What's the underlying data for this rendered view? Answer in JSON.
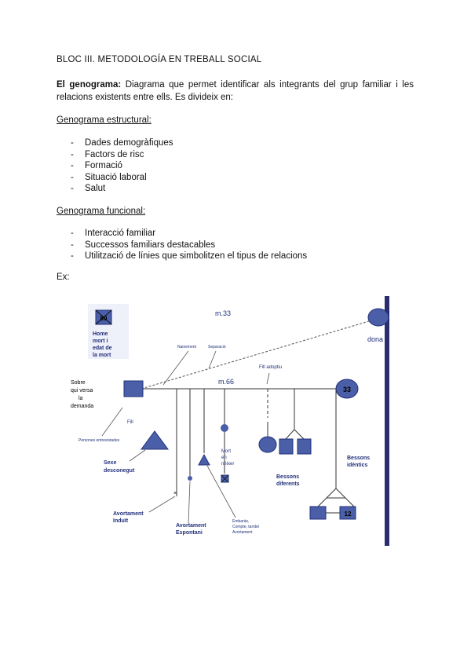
{
  "heading": "BLOC III. METODOLOGÍA EN TREBALL SOCIAL",
  "intro": {
    "term": "El genograma:",
    "text": " Diagrama que permet identificar als integrants del grup familiar i les relacions existents entre ells. Es divideix en:"
  },
  "structural": {
    "title": "Genograma estructural:",
    "items": [
      "Dades demogràfiques",
      "Factors de risc",
      "Formació",
      "Situació laboral",
      "Salut"
    ]
  },
  "functional": {
    "title": "Genograma funcional:",
    "items": [
      "Interacció familiar",
      "Successos familiars destacables",
      "Utilització de línies que simbolitzen el tipus de relacions"
    ]
  },
  "example_label": "Ex:",
  "diagram": {
    "dead_age": "80",
    "dead_label": [
      "Home",
      "mort i",
      "edat de",
      "la mort"
    ],
    "m33": "m.33",
    "dona": "dona",
    "naixement": "Naixement",
    "separacio": "Separació",
    "fill_adoptiu": "Fill adoptiu",
    "sobre_label": [
      "Sobre",
      "qui versa",
      "la",
      "demanda"
    ],
    "m66": "m.66",
    "age_33": "33",
    "fill": "Fill",
    "persones": "Persones entrevistades",
    "sexe": [
      "Sexe",
      "desconegut"
    ],
    "mort_naixer": [
      "Mort",
      "en",
      "néixer"
    ],
    "bessons_dif": [
      "Bessons",
      "diferents"
    ],
    "bessons_id": [
      "Bessons",
      "idèntics"
    ],
    "avort_induit": [
      "Avortament",
      "Induït"
    ],
    "avort_espontani": [
      "Avortament",
      "Espontani"
    ],
    "embaras": [
      "Embaràs,",
      "Compte, també",
      "Avortament"
    ],
    "age_12": "12"
  },
  "colors": {
    "shape": "#4a5fa8",
    "stroke": "#22307a",
    "bar": "#2b2d6e"
  }
}
